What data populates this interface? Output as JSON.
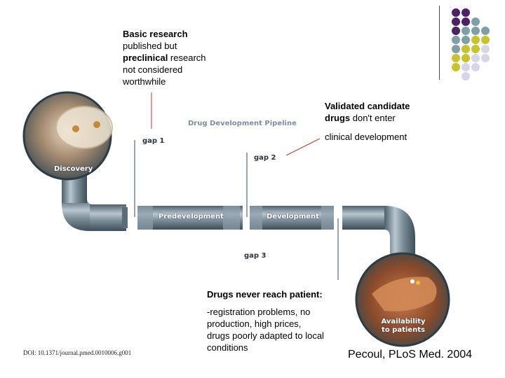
{
  "basic_research": {
    "line1_bold": "Basic research",
    "line2": "published but",
    "line3_bold": "preclinical",
    "line3_rest": " research",
    "line4": "not considered",
    "line5": "worthwhile"
  },
  "validated": {
    "line1_bold": "Validated candidate",
    "line2_bold": "drugs",
    "line2_rest": " don't enter",
    "line3": "clinical development"
  },
  "never_reach": {
    "title": "Drugs never reach patient:",
    "body": "-registration problems, no production, high prices, drugs poorly adapted to local conditions"
  },
  "pipeline": {
    "title": "Drug Development Pipeline",
    "discovery": "Discovery",
    "predevelopment": "Predevelopment",
    "development": "Development",
    "availability": "Availability to patients",
    "gap1": "gap 1",
    "gap2": "gap 2",
    "gap3": "gap 3"
  },
  "doi": "DOI: 10.1371/journal.pmed.0010006.g001",
  "citation": "Pecoul, PLoS Med. 2004",
  "colors": {
    "purple": "#4b2366",
    "teal": "#7f9fa8",
    "olive": "#c6c42a",
    "lavender": "#d8d6e6",
    "pipe": "#7d8f9a"
  }
}
